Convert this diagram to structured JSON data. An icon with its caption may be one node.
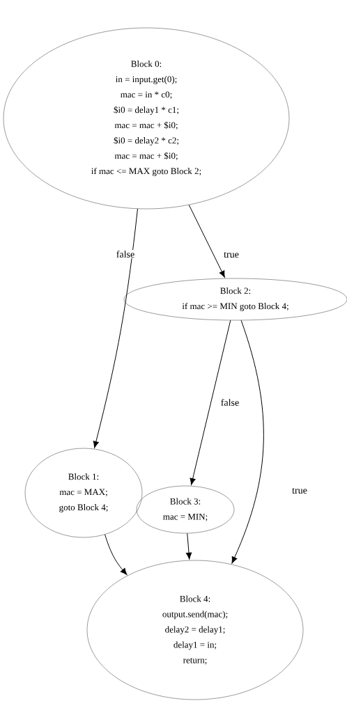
{
  "diagram": {
    "nodes": [
      {
        "text": [
          "Block 0:",
          "in = input.get(0);",
          "mac = in * c0;",
          "$i0 = delay1 * c1;",
          "mac = mac + $i0;",
          "$i0 = delay2 * c2;",
          "mac = mac + $i0;",
          "if mac <= MAX goto Block 2;"
        ]
      },
      {
        "text": [
          "Block 1:",
          "mac = MAX;",
          "goto Block 4;"
        ]
      },
      {
        "text": [
          "Block 2:",
          "if mac >= MIN goto Block 4;"
        ]
      },
      {
        "text": [
          "Block 3:",
          "mac = MIN;"
        ]
      },
      {
        "text": [
          "Block 4:",
          "output.send(mac);",
          "delay2 = delay1;",
          "delay1 = in;",
          "return;"
        ]
      }
    ],
    "edges": [
      {
        "from": 0,
        "to": 1,
        "arrow": "to",
        "label": "false"
      },
      {
        "from": 0,
        "to": 2,
        "arrow": "to",
        "label": "true"
      },
      {
        "from": 2,
        "to": 3,
        "arrow": "to",
        "label": "false"
      },
      {
        "from": 2,
        "to": 4,
        "arrow": "to",
        "label": "true"
      },
      {
        "from": 1,
        "to": 4,
        "arrow": "to"
      },
      {
        "from": 3,
        "to": 4,
        "arrow": "to"
      }
    ]
  }
}
